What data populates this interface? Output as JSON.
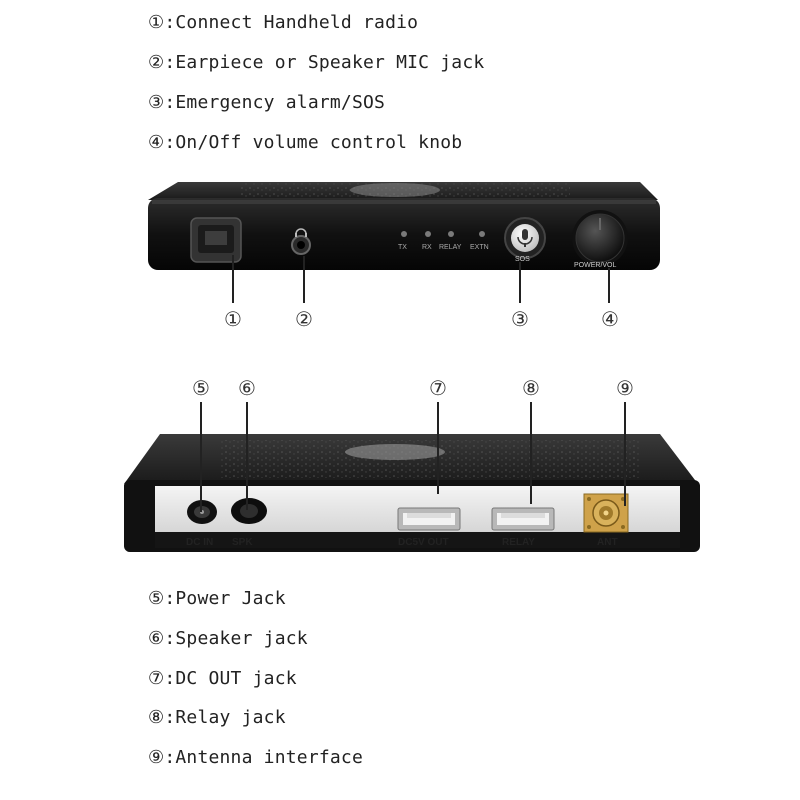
{
  "legend_top": [
    {
      "text": "①:Connect Handheld radio"
    },
    {
      "text": "②:Earpiece or Speaker MIC jack"
    },
    {
      "text": "③:Emergency alarm/SOS"
    },
    {
      "text": "④:On/Off volume control knob"
    }
  ],
  "legend_bottom": [
    {
      "text": "⑤:Power Jack"
    },
    {
      "text": "⑥:Speaker jack"
    },
    {
      "text": "⑦:DC OUT jack"
    },
    {
      "text": "⑧:Relay jack"
    },
    {
      "text": "⑨:Antenna interface"
    }
  ],
  "front_panel": {
    "led_labels": [
      "TX",
      "RX",
      "RELAY",
      "EXTN"
    ],
    "sos_label": "SOS",
    "knob_label": "POWER/VOL",
    "callouts": [
      "①",
      "②",
      "③",
      "④"
    ]
  },
  "rear_panel": {
    "port_labels": [
      "DC IN",
      "SPK",
      "DC5V OUT",
      "RELAY",
      "ANT"
    ],
    "callouts": [
      "⑤",
      "⑥",
      "⑦",
      "⑧",
      "⑨"
    ]
  }
}
